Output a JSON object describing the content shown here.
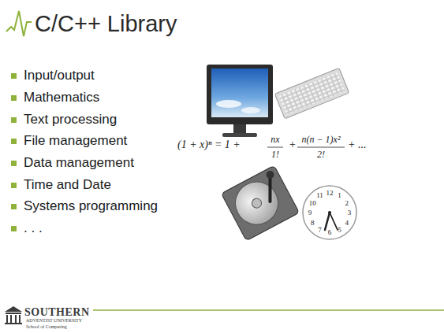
{
  "diagram": {
    "title": "C/C++ Library",
    "labels": [
      "Input/output",
      "Mathematics",
      "Text processing",
      "File management",
      "Data management",
      "Time and Date",
      "Systems programming",
      ". . .",
      "(1 + x)ⁿ = 1 +",
      "nx",
      "1!",
      "+",
      "n(n − 1)x²",
      "2!",
      "+ ...",
      "12",
      "1",
      "2",
      "3",
      "4",
      "5",
      "6",
      "7",
      "8",
      "9",
      "10",
      "11",
      "SOUTHERN",
      "ADVENTIST UNIVERSITY",
      "School of Computing"
    ]
  }
}
